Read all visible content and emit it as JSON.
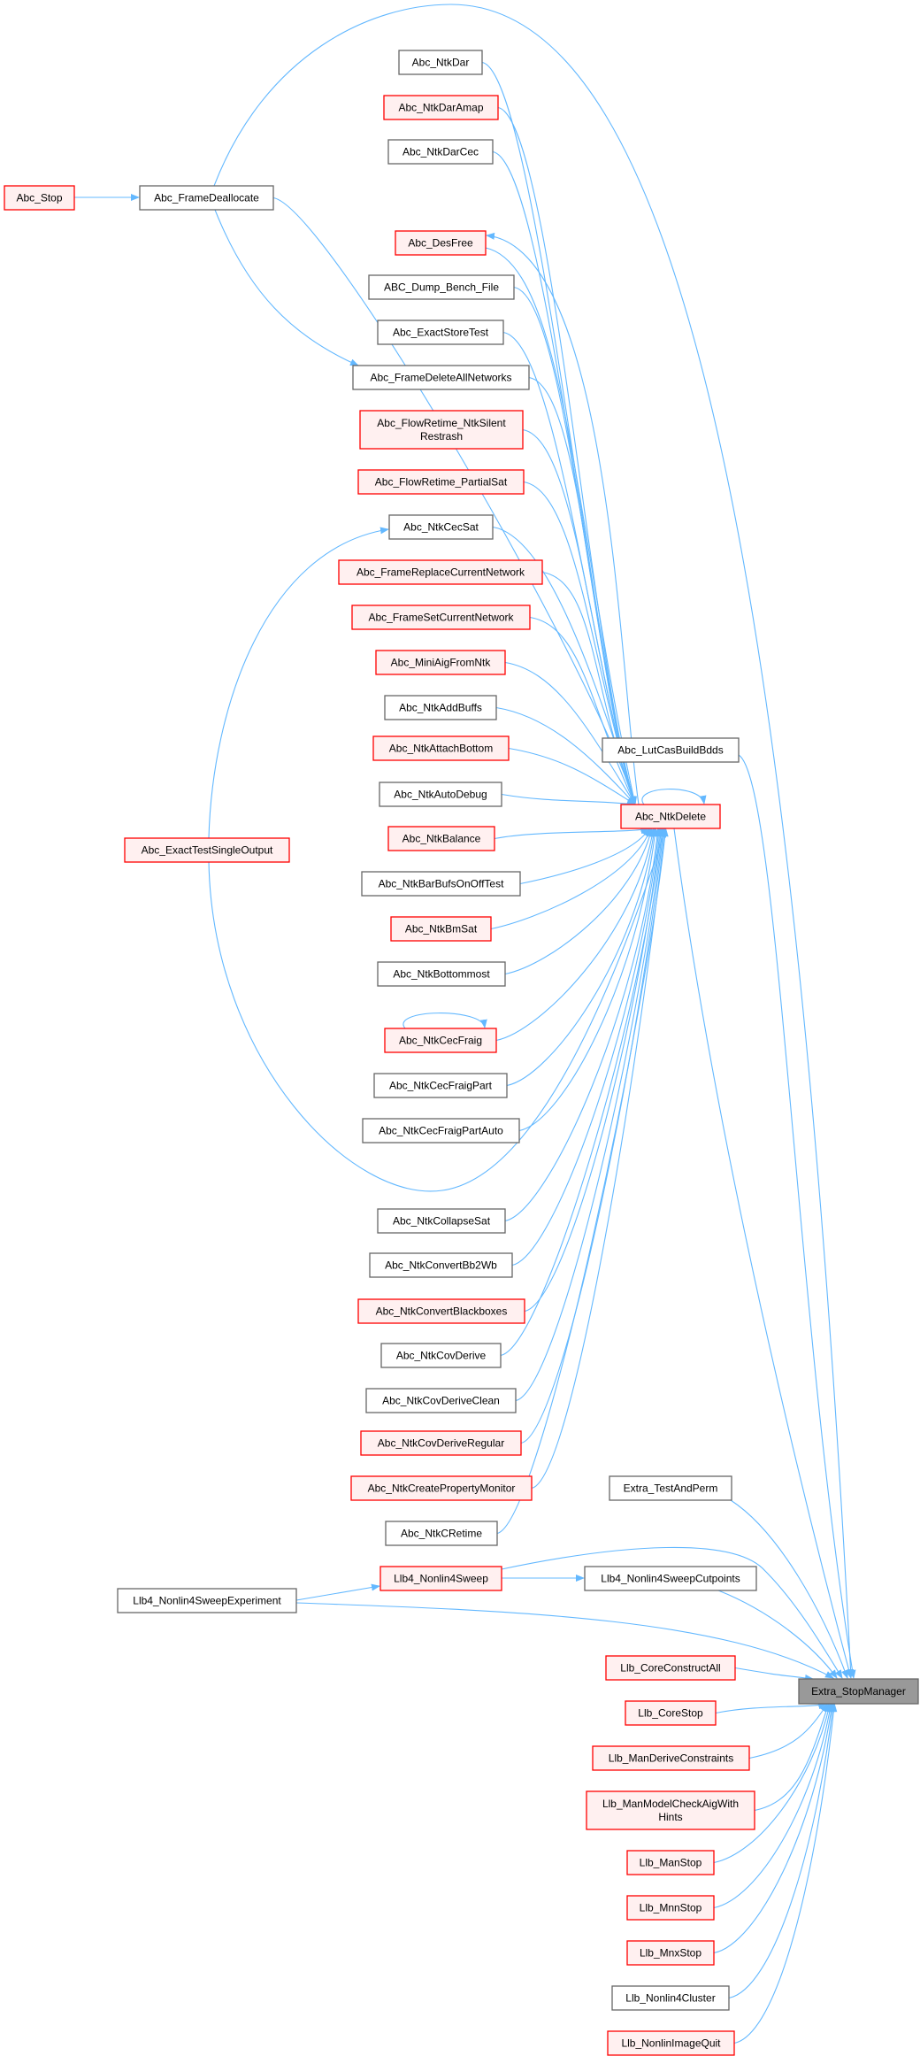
{
  "title": "Extra_StopManager caller graph",
  "colors": {
    "edge": "#63b8ff",
    "red_border": "#ff0000",
    "red_fill": "#fff0f0",
    "gray_border": "#666666",
    "current_fill": "#999999"
  },
  "nodes": [
    {
      "lines": [
        "Abc_NtkDar"
      ],
      "style": "gray"
    },
    {
      "lines": [
        "Abc_NtkDarAmap"
      ],
      "style": "red"
    },
    {
      "lines": [
        "Abc_NtkDarCec"
      ],
      "style": "gray"
    },
    {
      "lines": [
        "Abc_Stop"
      ],
      "style": "red"
    },
    {
      "lines": [
        "Abc_FrameDeallocate"
      ],
      "style": "gray"
    },
    {
      "lines": [
        "Abc_DesFree"
      ],
      "style": "red"
    },
    {
      "lines": [
        "ABC_Dump_Bench_File"
      ],
      "style": "gray"
    },
    {
      "lines": [
        "Abc_ExactStoreTest"
      ],
      "style": "gray"
    },
    {
      "lines": [
        "Abc_FrameDeleteAllNetworks"
      ],
      "style": "gray"
    },
    {
      "lines": [
        "Abc_FlowRetime_NtkSilent",
        "Restrash"
      ],
      "style": "red"
    },
    {
      "lines": [
        "Abc_FlowRetime_PartialSat"
      ],
      "style": "red"
    },
    {
      "lines": [
        "Abc_NtkCecSat"
      ],
      "style": "gray"
    },
    {
      "lines": [
        "Abc_FrameReplaceCurrentNetwork"
      ],
      "style": "red"
    },
    {
      "lines": [
        "Abc_FrameSetCurrentNetwork"
      ],
      "style": "red"
    },
    {
      "lines": [
        "Abc_MiniAigFromNtk"
      ],
      "style": "red"
    },
    {
      "lines": [
        "Abc_NtkAddBuffs"
      ],
      "style": "gray"
    },
    {
      "lines": [
        "Abc_NtkAttachBottom"
      ],
      "style": "red"
    },
    {
      "lines": [
        "Abc_NtkAutoDebug"
      ],
      "style": "gray"
    },
    {
      "lines": [
        "Abc_NtkBalance"
      ],
      "style": "red"
    },
    {
      "lines": [
        "Abc_NtkBarBufsOnOffTest"
      ],
      "style": "gray"
    },
    {
      "lines": [
        "Abc_NtkBmSat"
      ],
      "style": "red"
    },
    {
      "lines": [
        "Abc_NtkBottommost"
      ],
      "style": "gray"
    },
    {
      "lines": [
        "Abc_NtkCecFraig"
      ],
      "style": "red"
    },
    {
      "lines": [
        "Abc_NtkCecFraigPart"
      ],
      "style": "gray"
    },
    {
      "lines": [
        "Abc_NtkCecFraigPartAuto"
      ],
      "style": "gray"
    },
    {
      "lines": [
        "Abc_NtkCollapseSat"
      ],
      "style": "gray"
    },
    {
      "lines": [
        "Abc_NtkConvertBb2Wb"
      ],
      "style": "gray"
    },
    {
      "lines": [
        "Abc_NtkConvertBlackboxes"
      ],
      "style": "red"
    },
    {
      "lines": [
        "Abc_NtkCovDerive"
      ],
      "style": "gray"
    },
    {
      "lines": [
        "Abc_NtkCovDeriveClean"
      ],
      "style": "gray"
    },
    {
      "lines": [
        "Abc_NtkCovDeriveRegular"
      ],
      "style": "red"
    },
    {
      "lines": [
        "Abc_NtkCreatePropertyMonitor"
      ],
      "style": "red"
    },
    {
      "lines": [
        "Abc_NtkCRetime"
      ],
      "style": "gray"
    },
    {
      "lines": [
        "Abc_ExactTestSingleOutput"
      ],
      "style": "red"
    },
    {
      "lines": [
        "Abc_LutCasBuildBdds"
      ],
      "style": "gray"
    },
    {
      "lines": [
        "Abc_NtkDelete"
      ],
      "style": "red"
    },
    {
      "lines": [
        "Extra_TestAndPerm"
      ],
      "style": "gray"
    },
    {
      "lines": [
        "Llb4_Nonlin4Sweep"
      ],
      "style": "red"
    },
    {
      "lines": [
        "Llb4_Nonlin4SweepCutpoints"
      ],
      "style": "gray"
    },
    {
      "lines": [
        "Llb4_Nonlin4SweepExperiment"
      ],
      "style": "gray"
    },
    {
      "lines": [
        "Extra_StopManager"
      ],
      "style": "current"
    },
    {
      "lines": [
        "Llb_CoreConstructAll"
      ],
      "style": "red"
    },
    {
      "lines": [
        "Llb_CoreStop"
      ],
      "style": "red"
    },
    {
      "lines": [
        "Llb_ManDeriveConstraints"
      ],
      "style": "red"
    },
    {
      "lines": [
        "Llb_ManModelCheckAigWith",
        "Hints"
      ],
      "style": "red"
    },
    {
      "lines": [
        "Llb_ManStop"
      ],
      "style": "red"
    },
    {
      "lines": [
        "Llb_MnnStop"
      ],
      "style": "red"
    },
    {
      "lines": [
        "Llb_MnxStop"
      ],
      "style": "red"
    },
    {
      "lines": [
        "Llb_Nonlin4Cluster"
      ],
      "style": "gray"
    },
    {
      "lines": [
        "Llb_NonlinImageQuit"
      ],
      "style": "red"
    }
  ],
  "edges": [
    [
      3,
      4
    ],
    [
      4,
      35
    ],
    [
      4,
      8
    ],
    [
      4,
      40
    ],
    [
      0,
      35
    ],
    [
      1,
      35
    ],
    [
      2,
      35
    ],
    [
      35,
      5
    ],
    [
      5,
      35
    ],
    [
      6,
      35
    ],
    [
      7,
      35
    ],
    [
      8,
      35
    ],
    [
      9,
      35
    ],
    [
      10,
      35
    ],
    [
      11,
      35
    ],
    [
      12,
      35
    ],
    [
      13,
      35
    ],
    [
      14,
      35
    ],
    [
      15,
      35
    ],
    [
      16,
      35
    ],
    [
      17,
      35
    ],
    [
      18,
      35
    ],
    [
      19,
      35
    ],
    [
      20,
      35
    ],
    [
      21,
      35
    ],
    [
      22,
      35
    ],
    [
      22,
      22
    ],
    [
      23,
      35
    ],
    [
      24,
      35
    ],
    [
      25,
      35
    ],
    [
      26,
      35
    ],
    [
      27,
      35
    ],
    [
      28,
      35
    ],
    [
      29,
      35
    ],
    [
      30,
      35
    ],
    [
      31,
      35
    ],
    [
      32,
      35
    ],
    [
      33,
      11
    ],
    [
      33,
      35
    ],
    [
      35,
      35
    ],
    [
      35,
      40
    ],
    [
      34,
      40
    ],
    [
      36,
      40
    ],
    [
      39,
      37
    ],
    [
      37,
      38
    ],
    [
      37,
      40
    ],
    [
      38,
      40
    ],
    [
      39,
      40
    ],
    [
      41,
      40
    ],
    [
      42,
      40
    ],
    [
      43,
      40
    ],
    [
      44,
      40
    ],
    [
      45,
      40
    ],
    [
      46,
      40
    ],
    [
      47,
      40
    ],
    [
      48,
      40
    ],
    [
      49,
      40
    ]
  ]
}
